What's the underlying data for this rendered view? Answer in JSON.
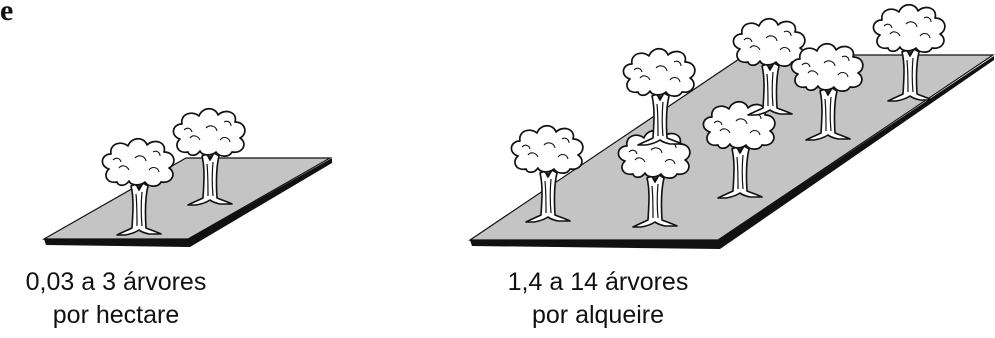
{
  "corner_mark": "e",
  "left_panel": {
    "caption_line1": "0,03 a 3 árvores",
    "caption_line2": "por hectare",
    "tree_count": 2
  },
  "right_panel": {
    "caption_line1": "1,4 a 14 árvores",
    "caption_line2": "por alqueire",
    "tree_count": 7
  },
  "colors": {
    "ground_fill": "#c4c4c4",
    "ground_edge": "#111111",
    "tree_line": "#111111",
    "tree_fill": "#ffffff"
  }
}
